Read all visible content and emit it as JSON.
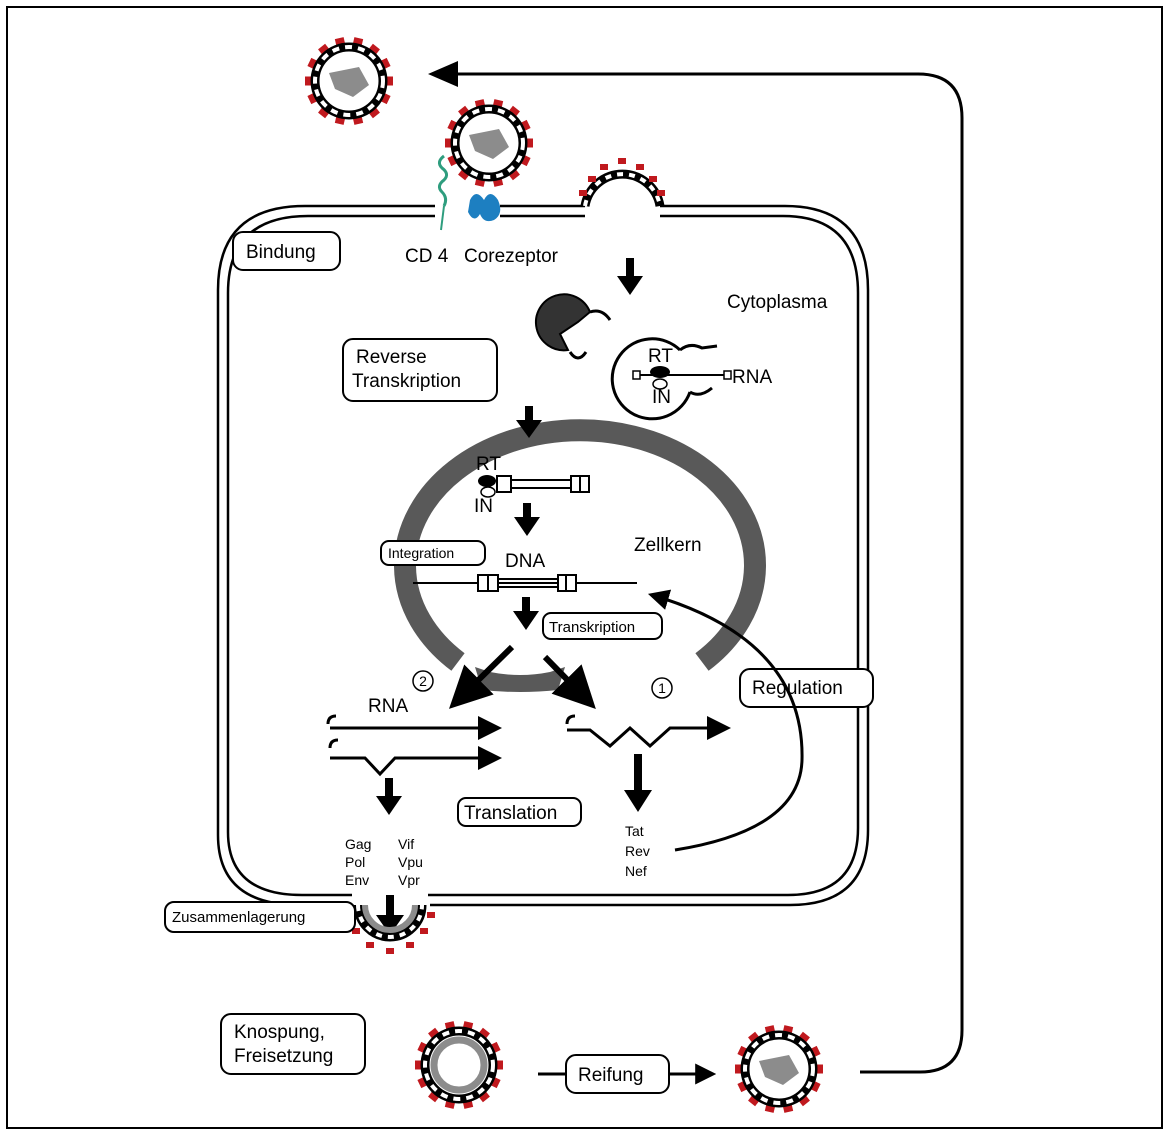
{
  "labels": {
    "cd4": "CD 4",
    "corezeptor": "Corezeptor",
    "cytoplasma": "Cytoplasma",
    "rt_top": "RT",
    "in_top": "IN",
    "rna_top": "RNA",
    "rt_nuc": "RT",
    "in_nuc": "IN",
    "dna": "DNA",
    "zellkern": "Zellkern",
    "rna_mid": "RNA",
    "num_2": "2",
    "num_1": "1",
    "proteins_left": [
      "Gag",
      "Pol",
      "Env"
    ],
    "proteins_mid": [
      "Vif",
      "Vpu",
      "Vpr"
    ],
    "proteins_right": [
      "Tat",
      "Rev",
      "Nef"
    ]
  },
  "boxes": {
    "bindung": "Bindung",
    "reverse_1": "Reverse",
    "reverse_2": "Transkription",
    "integration": "Integration",
    "transkription": "Transkription",
    "regulation": "Regulation",
    "translation": "Translation",
    "zusammenlagerung": "Zusammenlagerung",
    "knospung_1": "Knospung,",
    "knospung_2": "Freisetzung",
    "reifung": "Reifung"
  },
  "colors": {
    "spike": "#c0191e",
    "core": "#8c8c8c",
    "nucleus": "#595959",
    "cd4": "#2e9d7e",
    "coreceptor": "#1d7fc1",
    "line": "#000000"
  }
}
